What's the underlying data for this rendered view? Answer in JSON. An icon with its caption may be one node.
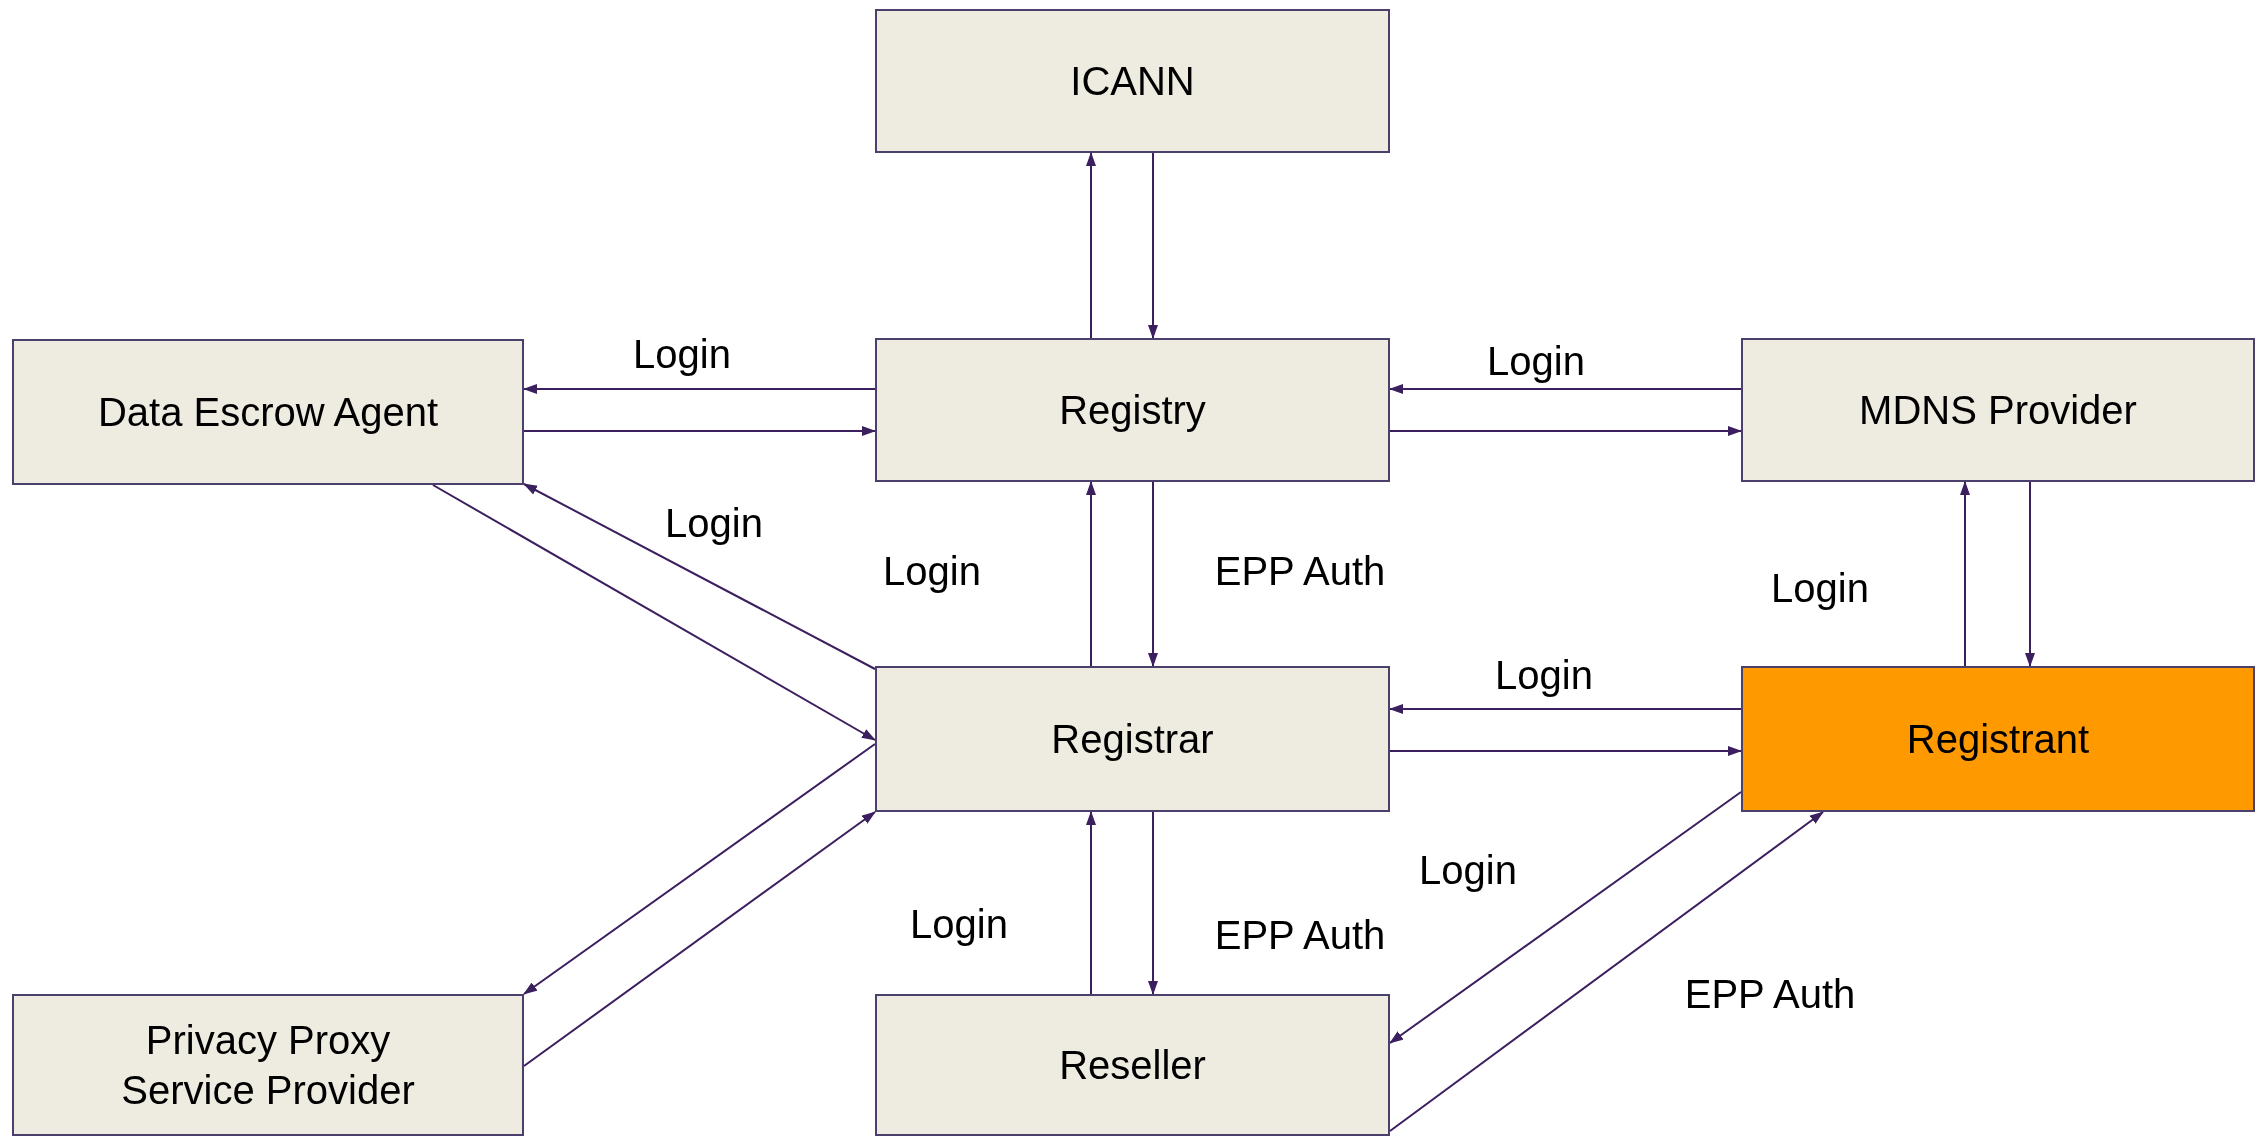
{
  "diagram": {
    "nodes": [
      {
        "text": [
          "ICANN"
        ]
      },
      {
        "text": [
          "Data Escrow Agent"
        ]
      },
      {
        "text": [
          "Registry"
        ]
      },
      {
        "text": [
          "MDNS Provider"
        ]
      },
      {
        "text": [
          "Registrar"
        ]
      },
      {
        "text": [
          "Registrant"
        ]
      },
      {
        "text": [
          "Privacy Proxy Service Provider"
        ]
      },
      {
        "text": [
          "Reseller"
        ]
      }
    ],
    "edges": [
      {
        "from": 2,
        "to": 0,
        "arrow": "to"
      },
      {
        "from": 0,
        "to": 2,
        "arrow": "to"
      },
      {
        "from": 2,
        "to": 1,
        "arrow": "to",
        "label": "Login"
      },
      {
        "from": 1,
        "to": 2,
        "arrow": "to"
      },
      {
        "from": 3,
        "to": 2,
        "arrow": "to",
        "label": "Login"
      },
      {
        "from": 2,
        "to": 3,
        "arrow": "to"
      },
      {
        "from": 4,
        "to": 2,
        "arrow": "to",
        "label": "Login"
      },
      {
        "from": 2,
        "to": 4,
        "arrow": "to",
        "label": "EPP Auth"
      },
      {
        "from": 4,
        "to": 1,
        "arrow": "to",
        "label": "Login"
      },
      {
        "from": 1,
        "to": 4,
        "arrow": "to"
      },
      {
        "from": 5,
        "to": 3,
        "arrow": "to",
        "label": "Login"
      },
      {
        "from": 3,
        "to": 5,
        "arrow": "to"
      },
      {
        "from": 5,
        "to": 4,
        "arrow": "to",
        "label": "Login"
      },
      {
        "from": 4,
        "to": 5,
        "arrow": "to"
      },
      {
        "from": 4,
        "to": 6,
        "arrow": "to"
      },
      {
        "from": 6,
        "to": 4,
        "arrow": "to"
      },
      {
        "from": 7,
        "to": 4,
        "arrow": "to",
        "label": "Login"
      },
      {
        "from": 4,
        "to": 7,
        "arrow": "to",
        "label": "EPP Auth"
      },
      {
        "from": 5,
        "to": 7,
        "arrow": "to",
        "label": "Login"
      },
      {
        "from": 7,
        "to": 5,
        "arrow": "to",
        "label": "EPP Auth"
      }
    ]
  }
}
